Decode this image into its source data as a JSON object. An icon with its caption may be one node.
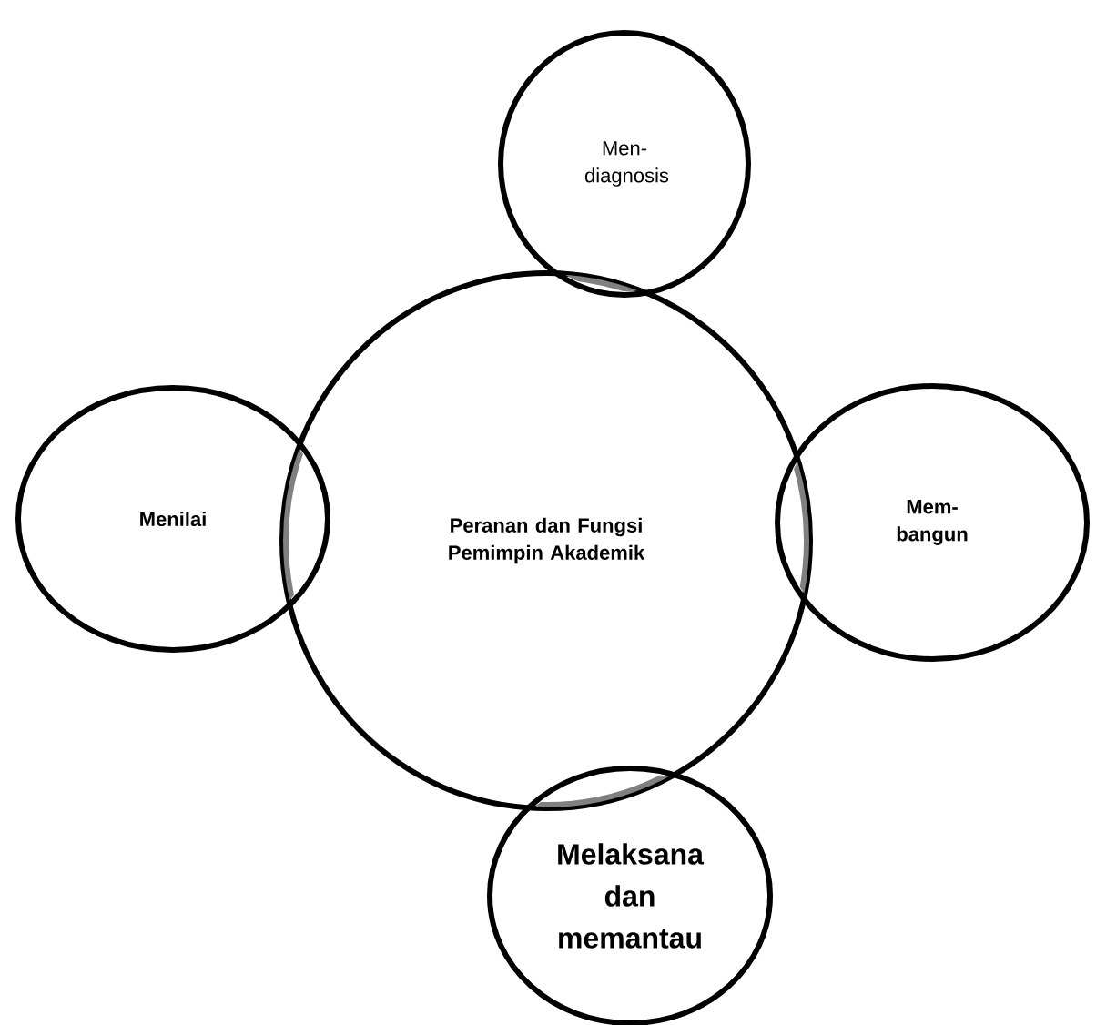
{
  "diagram": {
    "nodes": [
      {
        "text": [
          "Men- diagnosis"
        ]
      },
      {
        "text": [
          "Menilai"
        ]
      },
      {
        "text": [
          "Peranan dan Fungsi Pemimpin Akademik"
        ]
      },
      {
        "text": [
          "Mem- bangun"
        ]
      },
      {
        "text": [
          "Melaksana dan memantau"
        ]
      }
    ]
  }
}
